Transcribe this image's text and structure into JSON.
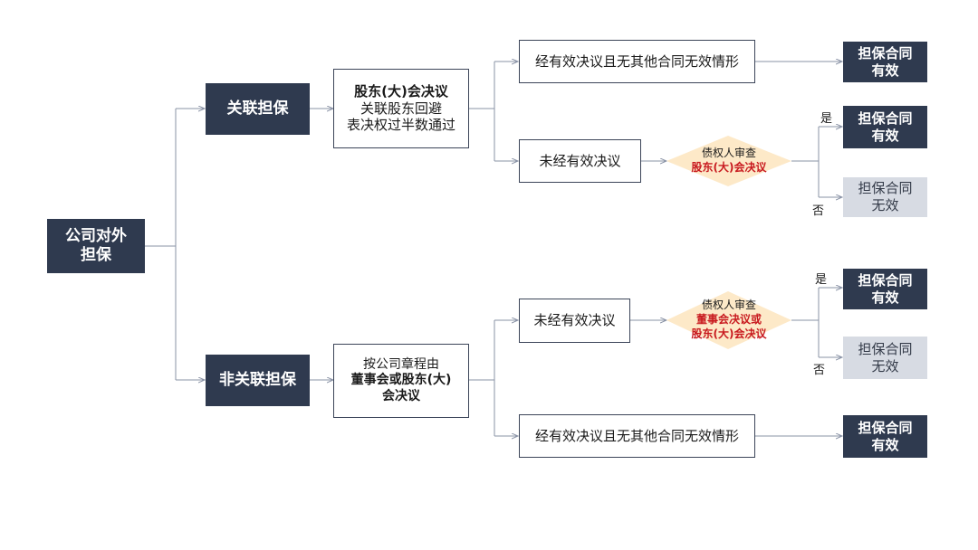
{
  "root": {
    "line1": "公司对外",
    "line2": "担保"
  },
  "related": {
    "label": "关联担保",
    "resolution": {
      "line1": "股东(大)会决议",
      "line2": "关联股东回避",
      "line3": "表决权过半数通过"
    },
    "valid_no_other": "经有效决议且无其他合同无效情形",
    "no_valid": "未经有效决议",
    "review": {
      "line1": "债权人审查",
      "line2": "股东(大)会决议"
    },
    "result_valid_1": {
      "line1": "担保合同",
      "line2": "有效"
    },
    "result_valid_2": {
      "line1": "担保合同",
      "line2": "有效"
    },
    "result_invalid": {
      "line1": "担保合同",
      "line2": "无效"
    },
    "yes": "是",
    "no": "否"
  },
  "nonrelated": {
    "label": "非关联担保",
    "resolution": {
      "line1": "按公司章程由",
      "line2": "董事会或股东(大)",
      "line3": "会决议"
    },
    "no_valid": "未经有效决议",
    "valid_no_other": "经有效决议且无其他合同无效情形",
    "review": {
      "line1": "债权人审查",
      "line2": "董事会决议或",
      "line3": "股东(大)会决议"
    },
    "result_valid_1": {
      "line1": "担保合同",
      "line2": "有效"
    },
    "result_invalid": {
      "line1": "担保合同",
      "line2": "无效"
    },
    "result_valid_2": {
      "line1": "担保合同",
      "line2": "有效"
    },
    "yes": "是",
    "no": "否"
  },
  "colors": {
    "dark": "#2f3a4f",
    "light": "#d7dbe3",
    "diamond": "#fde9c8",
    "emphasis": "#c8191e"
  }
}
